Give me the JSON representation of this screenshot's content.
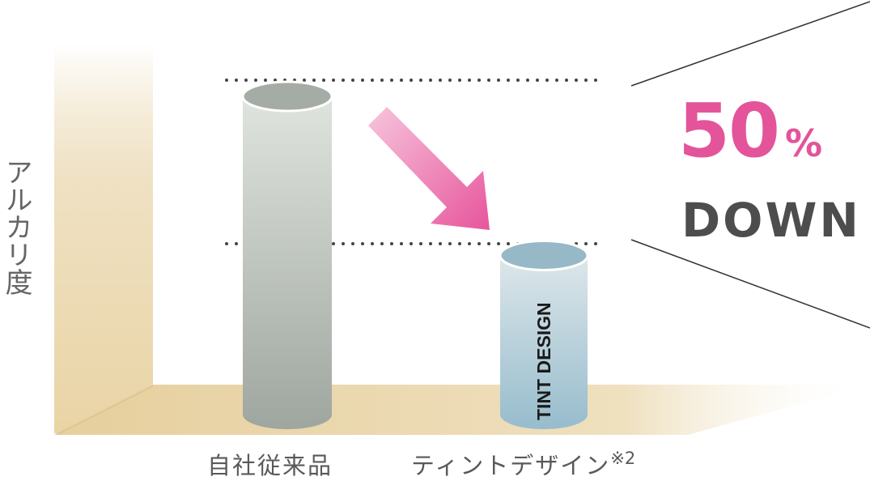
{
  "chart_data": {
    "type": "bar",
    "ylabel": "アルカリ度",
    "categories": [
      "自社従来品",
      "ティントデザイン"
    ],
    "category_note": "※2",
    "values": [
      100,
      50
    ],
    "ylim": [
      0,
      100
    ],
    "bar_text": [
      "",
      "TINT DESIGN"
    ],
    "annotation": {
      "percent": "50",
      "unit": "%",
      "text": "DOWN"
    },
    "colors": {
      "bar_conventional": "#a7aca6",
      "bar_tint": "#9cbccb",
      "highlight": "#e4549a",
      "floor": "#e8d2a4"
    }
  }
}
